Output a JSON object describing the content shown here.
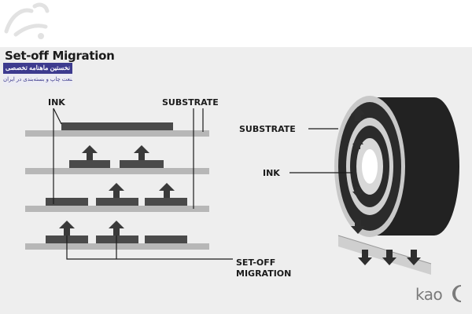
{
  "title": "Set-off Migration",
  "badge": {
    "line1": "نخستین ماهنامه تخصصی",
    "line2": "صنعت چاپ و بسته‌بندی در ایران"
  },
  "labels": {
    "ink_left": "INK",
    "substrate_left": "SUBSTRATE",
    "substrate_right": "SUBSTRATE",
    "ink_right": "INK",
    "setoff_line1": "SET-OFF",
    "setoff_line2": "MIGRATION"
  },
  "logo": "kao",
  "colors": {
    "substrate": "#b7b7b7",
    "ink": "#4a4a4a",
    "arrow": "#3a3a3a",
    "roll_dark": "#222222",
    "roll_light": "#c8c8c8",
    "badge": "#3d3b8e"
  }
}
